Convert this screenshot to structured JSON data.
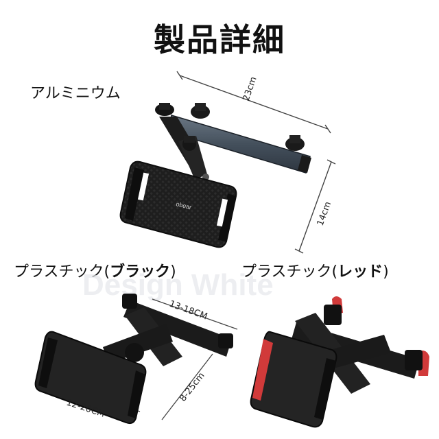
{
  "title": "製品詳細",
  "variants": {
    "aluminium": {
      "label": "アルミニウム"
    },
    "black": {
      "label_prefix": "プラスチック(",
      "label_color": "ブラック",
      "label_suffix": ")"
    },
    "red": {
      "label_prefix": "プラスチック(",
      "label_color": "レッド",
      "label_suffix": ")"
    }
  },
  "dimensions": {
    "width": "23cm",
    "height": "14cm",
    "arm_range": "13-18CM",
    "extend_range": "8-25cm",
    "clamp_range": "12-20CM"
  },
  "brand_on_product": "obear",
  "watermark": "Design White",
  "colors": {
    "aluminium": "#4a5561",
    "black": "#1b1b1b",
    "red": "#d13a3a"
  }
}
